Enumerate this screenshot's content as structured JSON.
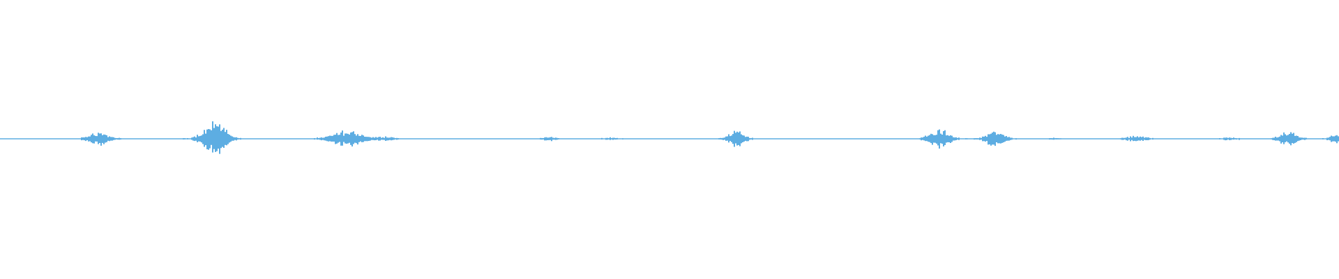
{
  "chart_data": {
    "type": "waveform",
    "color": "#5dade2",
    "background": "#ffffff",
    "amplitude_range": [
      -1,
      1
    ],
    "baseline_noise": 0.004,
    "bursts": [
      {
        "t": 0.0734,
        "spread": 0.0104,
        "peak": 0.045
      },
      {
        "t": 0.1594,
        "spread": 0.0115,
        "peak": 0.115
      },
      {
        "t": 0.2594,
        "spread": 0.0156,
        "peak": 0.055
      },
      {
        "t": 0.288,
        "spread": 0.0078,
        "peak": 0.015
      },
      {
        "t": 0.4099,
        "spread": 0.0063,
        "peak": 0.015
      },
      {
        "t": 0.4557,
        "spread": 0.0078,
        "peak": 0.008
      },
      {
        "t": 0.5495,
        "spread": 0.0083,
        "peak": 0.055
      },
      {
        "t": 0.7016,
        "spread": 0.0104,
        "peak": 0.065
      },
      {
        "t": 0.7432,
        "spread": 0.0094,
        "peak": 0.055
      },
      {
        "t": 0.7875,
        "spread": 0.0042,
        "peak": 0.008
      },
      {
        "t": 0.8484,
        "spread": 0.0094,
        "peak": 0.02
      },
      {
        "t": 0.9182,
        "spread": 0.0078,
        "peak": 0.008
      },
      {
        "t": 0.962,
        "spread": 0.0094,
        "peak": 0.045
      },
      {
        "t": 0.9974,
        "spread": 0.0063,
        "peak": 0.03
      }
    ]
  }
}
